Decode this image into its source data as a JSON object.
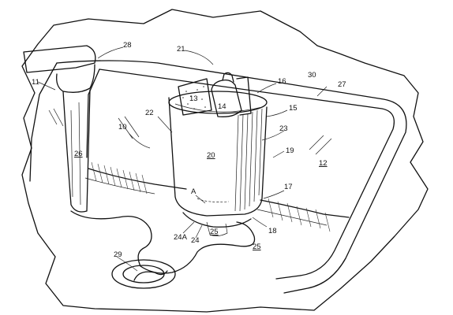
{
  "figure": {
    "labels": {
      "l11": "11",
      "l12": "12",
      "l13": "13",
      "l14": "14",
      "l15": "15",
      "l16": "16",
      "l17": "17",
      "l18": "18",
      "l19": "19",
      "l20": "20",
      "l21": "21",
      "l22": "22",
      "l23": "23",
      "l24": "24",
      "l24A": "24A",
      "l25a": "25",
      "l25b": "25",
      "l26": "26",
      "l27": "27",
      "l28": "28",
      "l29": "29",
      "l30": "30",
      "lA": "A",
      "l10": "10"
    }
  }
}
